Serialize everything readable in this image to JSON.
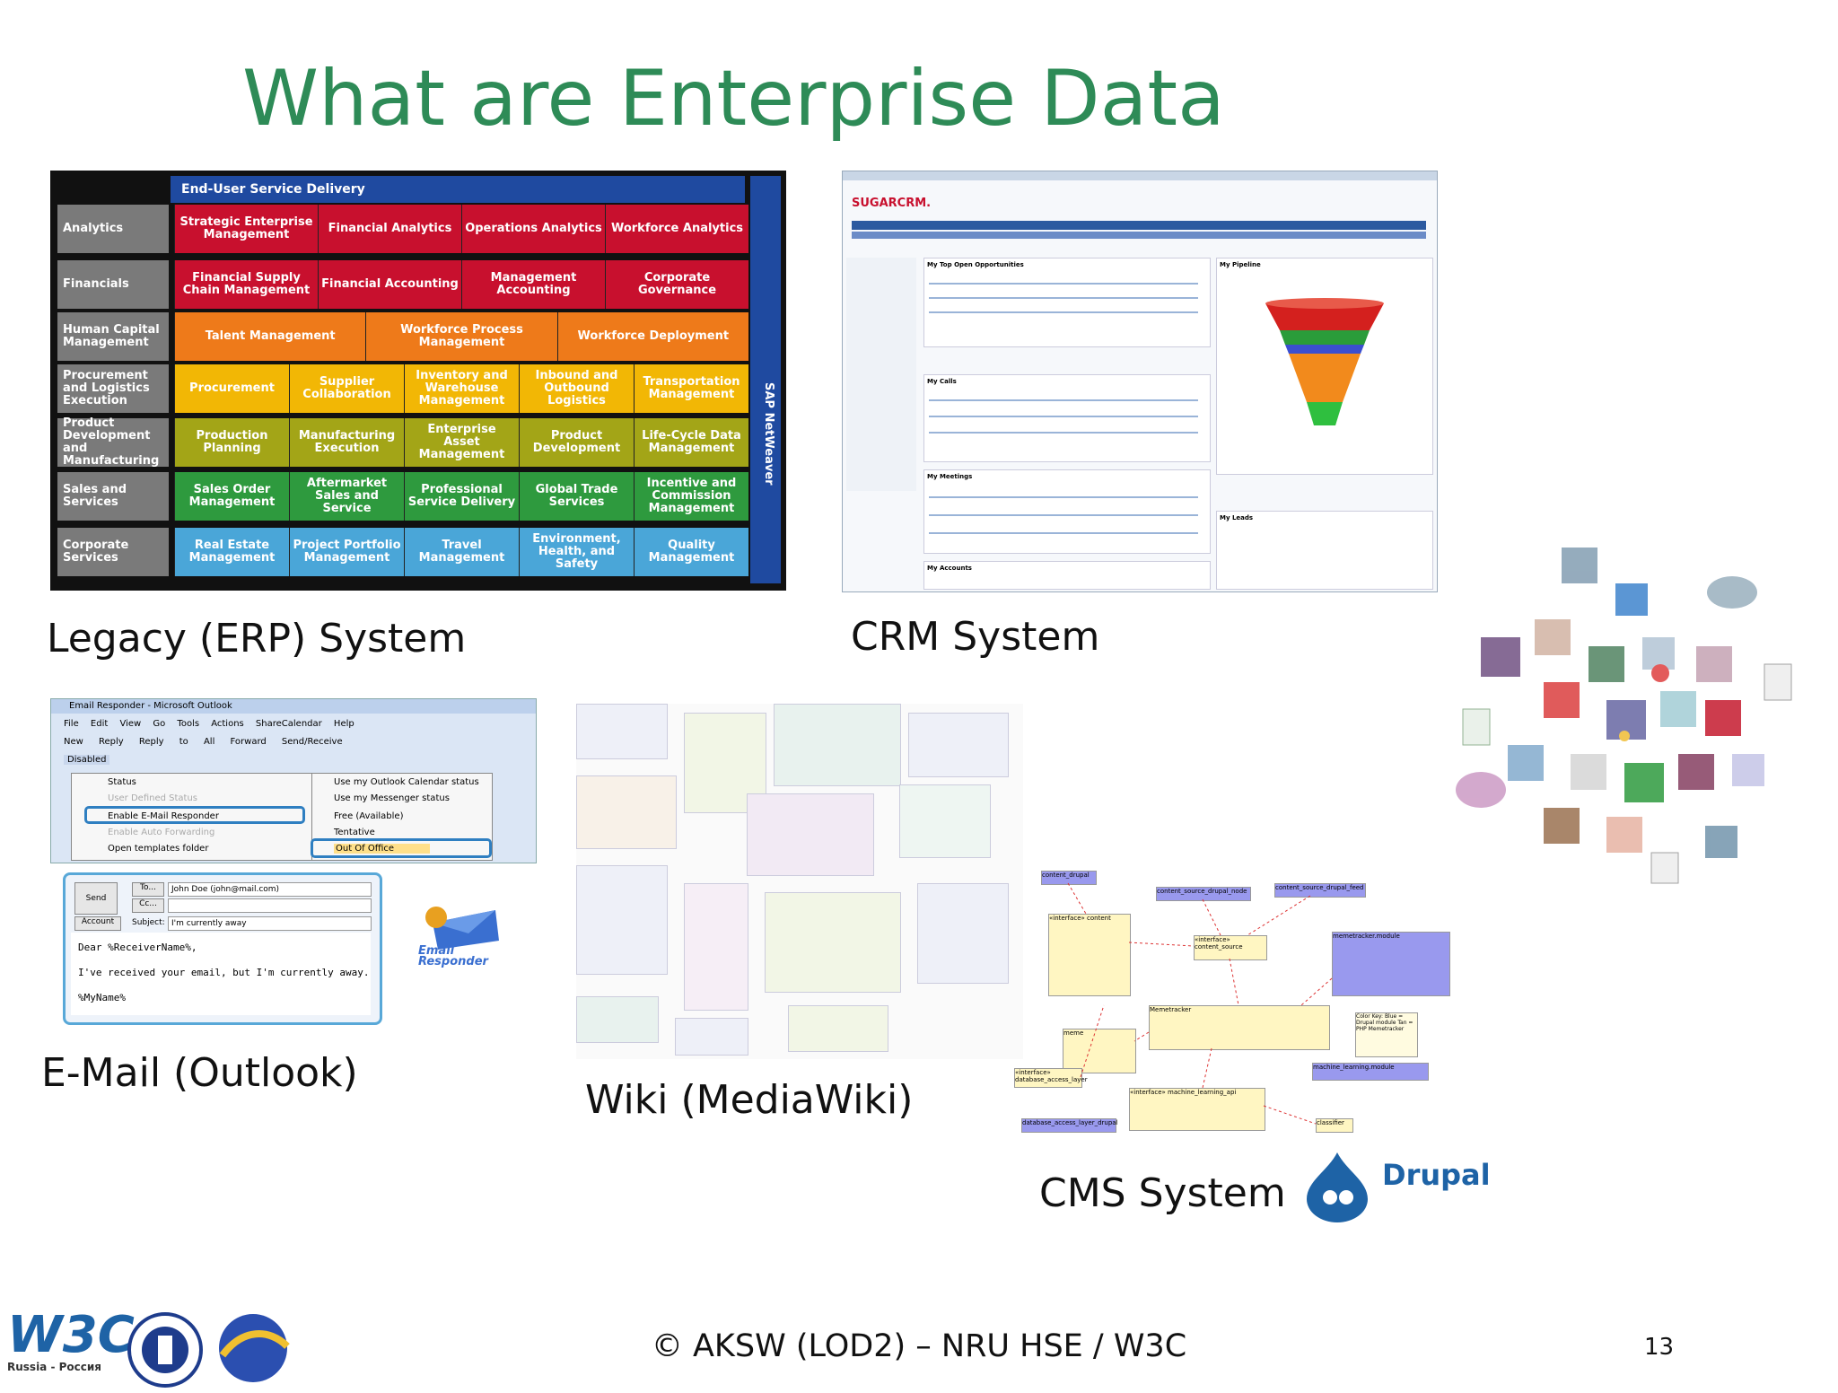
{
  "title": "What are Enterprise Data",
  "captions": {
    "erp": "Legacy (ERP) System",
    "crm": "CRM System",
    "email": "E-Mail (Outlook)",
    "wiki": "Wiki (MediaWiki)",
    "cms": "CMS System"
  },
  "erp": {
    "header": "End-User Service Delivery",
    "side_label": "SAP NetWeaver",
    "rows": [
      {
        "label": "Analytics",
        "color": "red",
        "cells": [
          "Strategic Enterprise Management",
          "Financial Analytics",
          "Operations Analytics",
          "Workforce Analytics"
        ]
      },
      {
        "label": "Financials",
        "color": "red",
        "cells": [
          "Financial Supply Chain Management",
          "Financial Accounting",
          "Management Accounting",
          "Corporate Governance"
        ]
      },
      {
        "label": "Human Capital Management",
        "color": "orange",
        "cells": [
          "Talent Management",
          "Workforce Process Management",
          "Workforce Deployment"
        ]
      },
      {
        "label": "Procurement and Logistics Execution",
        "color": "yellow",
        "cells": [
          "Procurement",
          "Supplier Collaboration",
          "Inventory and Warehouse Management",
          "Inbound and Outbound Logistics",
          "Transportation Management"
        ]
      },
      {
        "label": "Product Development and Manufacturing",
        "color": "olive",
        "cells": [
          "Production Planning",
          "Manufacturing Execution",
          "Enterprise Asset Management",
          "Product Development",
          "Life-Cycle Data Management"
        ]
      },
      {
        "label": "Sales and Services",
        "color": "green",
        "cells": [
          "Sales Order Management",
          "Aftermarket Sales and Service",
          "Professional Service Delivery",
          "Global Trade Services",
          "Incentive and Commission Management"
        ]
      },
      {
        "label": "Corporate Services",
        "color": "blue",
        "cells": [
          "Real Estate Management",
          "Project Portfolio Management",
          "Travel Management",
          "Environment, Health, and Safety",
          "Quality Management"
        ]
      }
    ]
  },
  "crm": {
    "logo": "SUGARCRM.",
    "panels": [
      "My Top Open Opportunities",
      "My Calls",
      "My Meetings",
      "My Accounts",
      "My Pipeline",
      "My Leads"
    ]
  },
  "outlook": {
    "window_title": "Email Responder - Microsoft Outlook",
    "menu": "File Edit View Go Tools Actions ShareCalendar Help",
    "toolbar": "New Reply Reply to All Forward Send/Receive",
    "disabled_label": "Disabled",
    "menu_items": [
      "Status",
      "User Defined Status",
      "Enable E-Mail Responder",
      "Enable Auto Forwarding",
      "Open templates folder"
    ],
    "submenu_items": [
      "Use my Outlook Calendar status",
      "Use my Messenger status",
      "Free (Available)",
      "Tentative",
      "Out Of Office"
    ],
    "email": {
      "send": "Send",
      "to_label": "To...",
      "cc_label": "Cc...",
      "account_label": "Account",
      "subject_label": "Subject:",
      "to_value": "John Doe (john@mail.com)",
      "subject_value": "I'm currently away",
      "body": [
        "Dear %ReceiverName%,",
        "I've received your email, but I'm currently away.",
        "%MyName%"
      ]
    },
    "logo": [
      "Email",
      "Responder"
    ]
  },
  "cms": {
    "drupal": "Drupal",
    "boxes": [
      "content_drupal",
      "content_source_drupal_node",
      "content_source_drupal_feed",
      "memetracker.module",
      "«interface» content",
      "«interface» content_source",
      "Memetracker",
      "meme",
      "«interface» database_access_layer",
      "«interface» machine_learning_api",
      "machine_learning.module",
      "database_access_layer_drupal",
      "classifier",
      "Color Key: Blue = Drupal module Tan = PHP Memetracker"
    ]
  },
  "footer": "© AKSW (LOD2) – NRU HSE / W3C",
  "page_number": "13",
  "logos": {
    "w3c": "W3C",
    "w3c_sub": "Russia - Россия"
  },
  "colors": {
    "title": "#2e8b57",
    "erp_blue": "#1f4aa0",
    "drupal": "#1e63a6"
  }
}
